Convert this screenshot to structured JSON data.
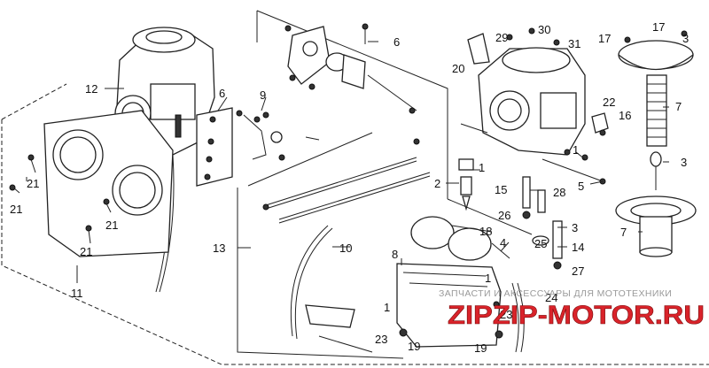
{
  "callouts": [
    "1",
    "2",
    "3",
    "4",
    "5",
    "6",
    "7",
    "8",
    "9",
    "10",
    "11",
    "12",
    "13",
    "14",
    "15",
    "16",
    "17",
    "18",
    "19",
    "20",
    "21",
    "22",
    "23",
    "24",
    "25",
    "26",
    "27",
    "28",
    "29",
    "30",
    "31"
  ],
  "watermark": {
    "text": "ЗАПЧАСТИ И АКСЕССУАРЫ ДЛЯ МОТОТЕХНИКИ",
    "logo": "ZIPZIP-MOTOR.RU"
  },
  "colors": {
    "line": "#222222",
    "watermark_text": "#9a9a9a",
    "logo": "#d9232a"
  }
}
